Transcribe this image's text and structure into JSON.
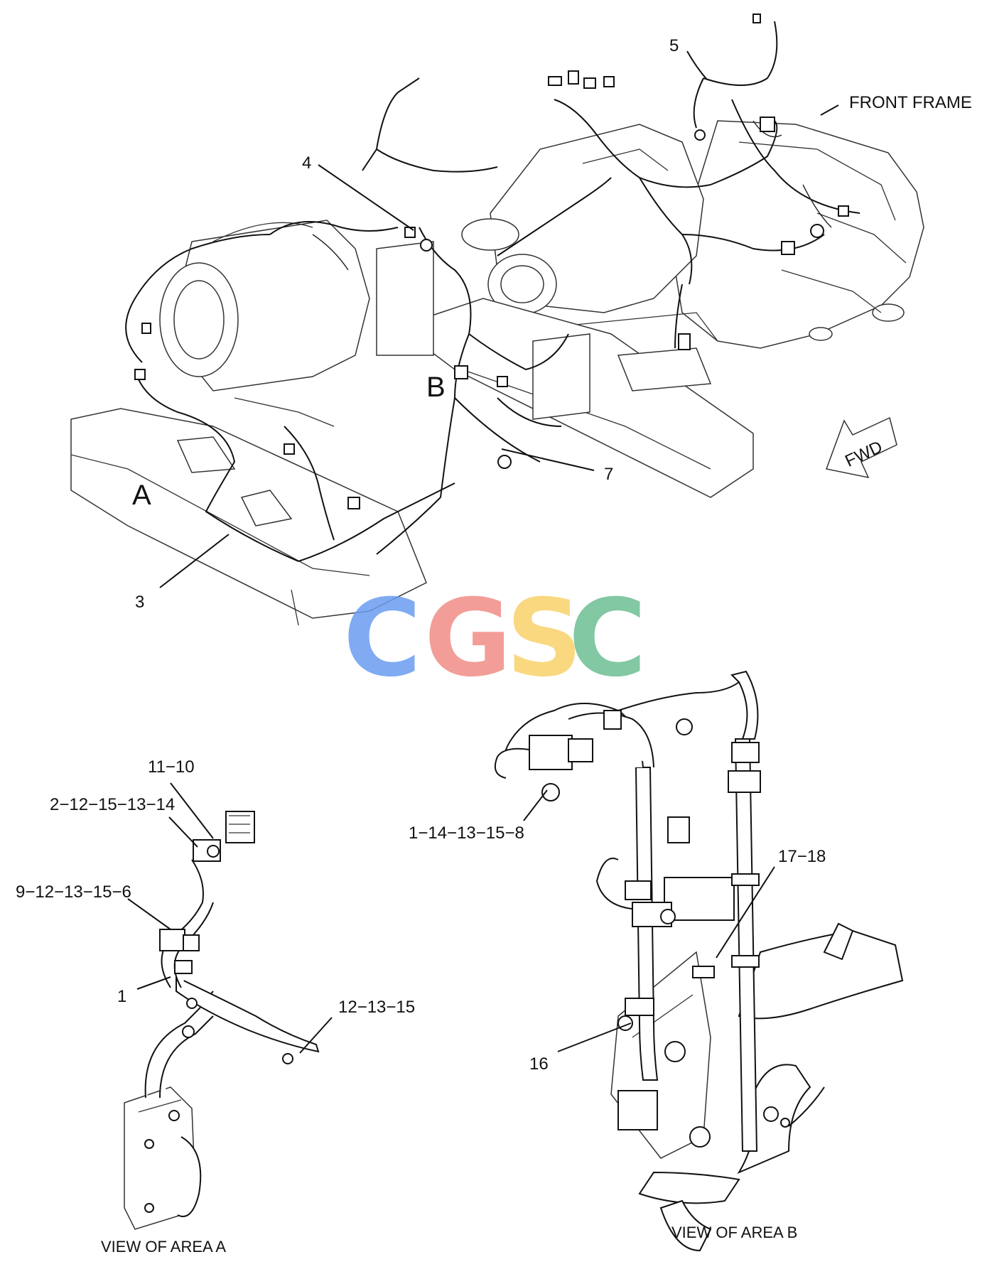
{
  "labels": {
    "l5": "5",
    "l4": "4",
    "l3": "3",
    "l7": "7",
    "areaA": "A",
    "areaB": "B",
    "front_frame": "FRONT FRAME",
    "fwd": "FWD",
    "a_11_10": "11−10",
    "a_2_12_15_13_14": "2−12−15−13−14",
    "a_9_12_13_15_6": "9−12−13−15−6",
    "a_1": "1",
    "a_12_13_15": "12−13−15",
    "b_1_14_13_15_8": "1−14−13−15−8",
    "b_17_18": "17−18",
    "b_16": "16"
  },
  "captions": {
    "view_a": "VIEW OF AREA  A",
    "view_b": "VIEW OF AREA  B"
  },
  "watermark": {
    "letters": [
      "C",
      "G",
      "S",
      "C"
    ],
    "colors": [
      "#6b9cf0",
      "#f08c86",
      "#f8d26a",
      "#6cbf93"
    ]
  }
}
